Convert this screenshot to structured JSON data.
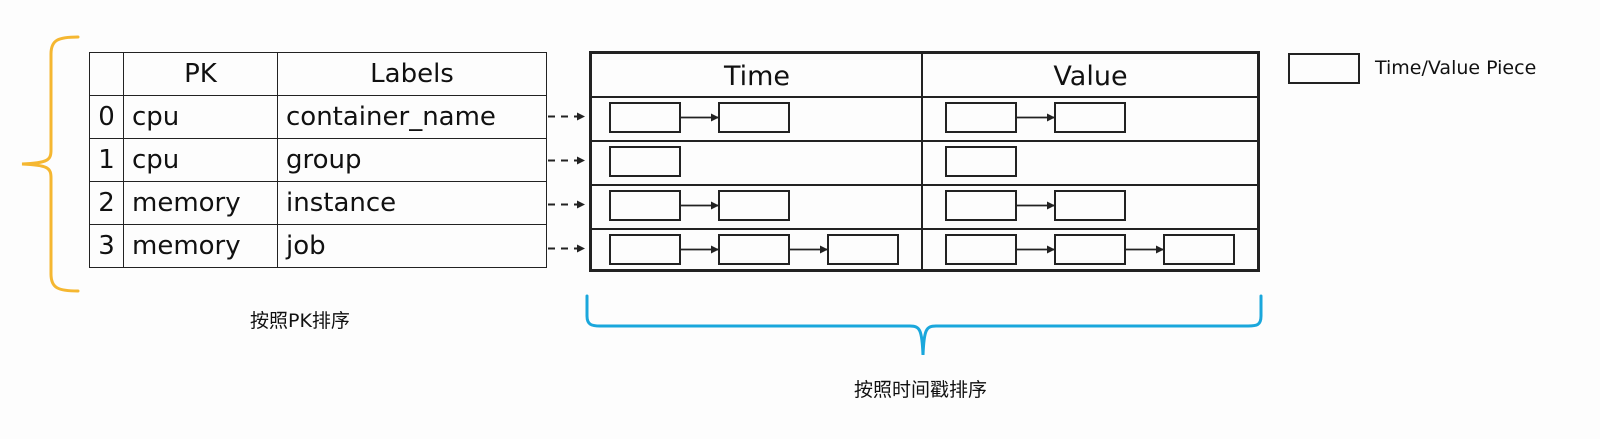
{
  "pk_table": {
    "headers": [
      "",
      "PK",
      "Labels"
    ],
    "rows": [
      {
        "index": "0",
        "pk": "cpu",
        "label": "container_name"
      },
      {
        "index": "1",
        "pk": "cpu",
        "label": "group"
      },
      {
        "index": "2",
        "pk": "memory",
        "label": "instance"
      },
      {
        "index": "3",
        "pk": "memory",
        "label": "job"
      }
    ]
  },
  "tv_table": {
    "headers": {
      "time": "Time",
      "value": "Value"
    },
    "row_piece_counts": [
      2,
      1,
      2,
      3
    ]
  },
  "legend": {
    "label": "Time/Value Piece",
    "icon": "rectangle-piece-icon"
  },
  "captions": {
    "pk_sort": "按照PK排序",
    "timestamp_sort": "按照时间戳排序"
  },
  "colors": {
    "pk_brace": "#F5B731",
    "timestamp_brace": "#1AA7DC",
    "line": "#222222"
  }
}
